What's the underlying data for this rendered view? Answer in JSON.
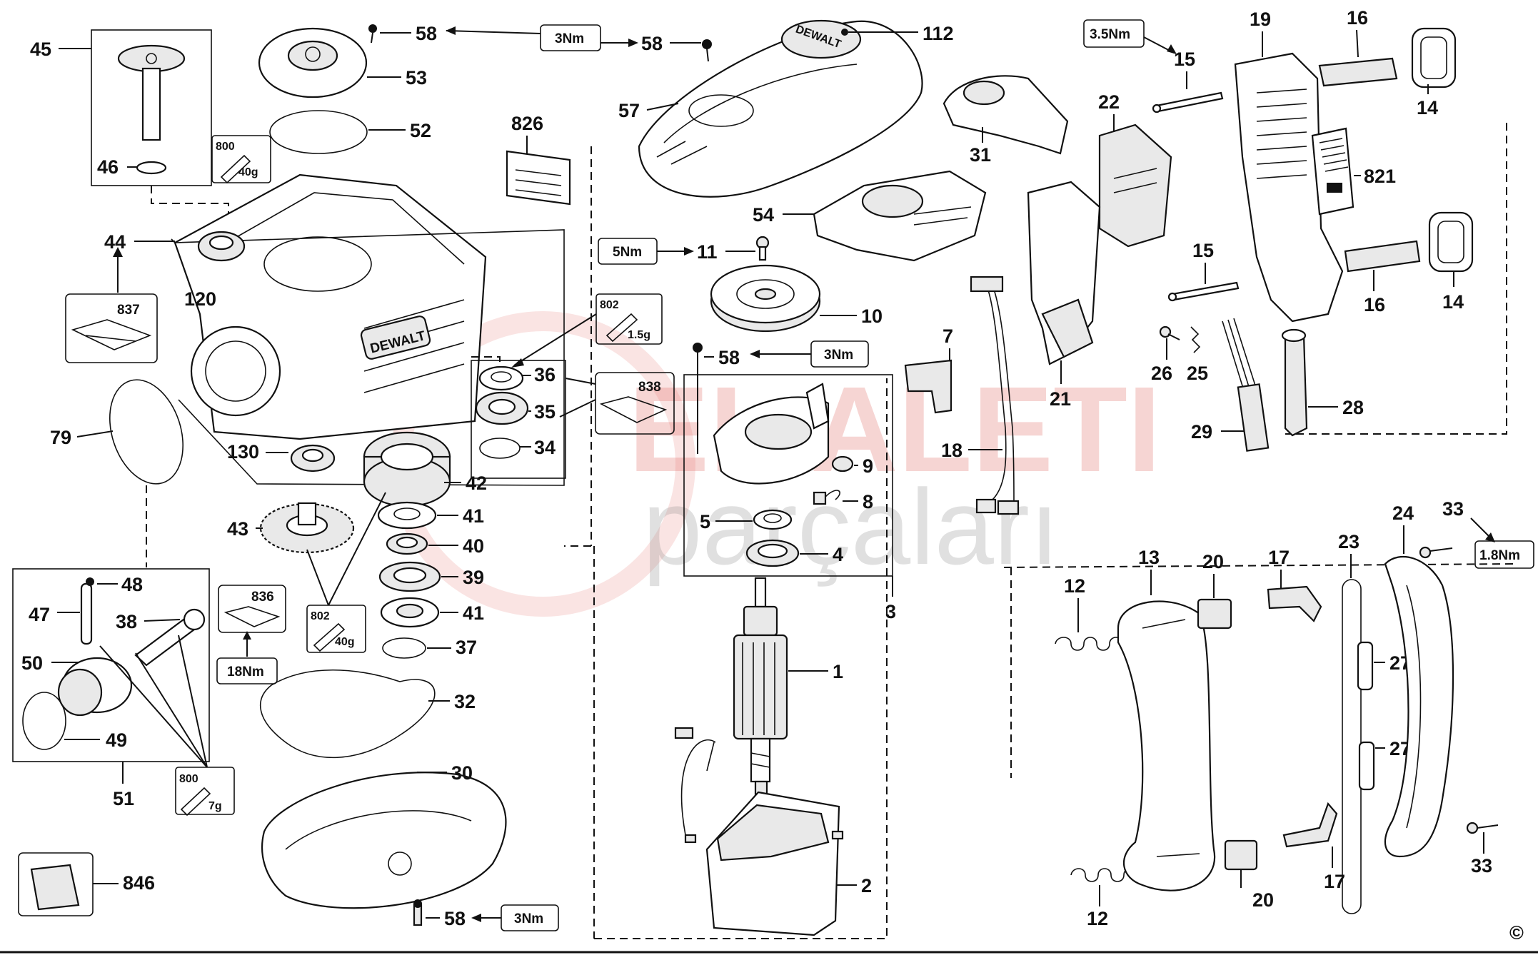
{
  "watermark": {
    "line1": "EL ALETI",
    "line2": "parçaları"
  },
  "copyright_mark": "©",
  "torque": {
    "t3nm_top": "3Nm",
    "t35nm": "3.5Nm",
    "t5nm": "5Nm",
    "t3nm_mid": "3Nm",
    "t18nm": "18Nm",
    "t3nm_bottom": "3Nm",
    "t18nm_handle": "1.8Nm"
  },
  "grease": {
    "g800_top": {
      "code": "800",
      "amount": "40g"
    },
    "g802_top": {
      "code": "802",
      "amount": "1.5g"
    },
    "g802_mid": {
      "code": "802",
      "amount": "40g"
    },
    "g800_bottom": {
      "code": "800",
      "amount": "7g"
    }
  },
  "kits": {
    "k837": "837",
    "k838": "838",
    "k836": "836",
    "k846": "846"
  },
  "brand_text": "DEWALT",
  "labels": {
    "l45": "45",
    "l46": "46",
    "l44": "44",
    "l120": "120",
    "l79": "79",
    "l130": "130",
    "l58a": "58",
    "l58b": "58",
    "l58c": "58",
    "l58d": "58",
    "l53": "53",
    "l52": "52",
    "l826": "826",
    "l36": "36",
    "l35": "35",
    "l34": "34",
    "l42": "42",
    "l41a": "41",
    "l40": "40",
    "l39": "39",
    "l41b": "41",
    "l37": "37",
    "l43": "43",
    "l48": "48",
    "l47": "47",
    "l38": "38",
    "l50": "50",
    "l49": "49",
    "l51": "51",
    "l32": "32",
    "l30": "30",
    "l112": "112",
    "l57": "57",
    "l54": "54",
    "l31": "31",
    "l11": "11",
    "l10": "10",
    "l7": "7",
    "l18": "18",
    "l9": "9",
    "l8": "8",
    "l5": "5",
    "l4": "4",
    "l3": "3",
    "l1": "1",
    "l2": "2",
    "l22": "22",
    "l21": "21",
    "l15a": "15",
    "l15b": "15",
    "l19": "19",
    "l16a": "16",
    "l16b": "16",
    "l14a": "14",
    "l14b": "14",
    "l821": "821",
    "l26": "26",
    "l25": "25",
    "l28": "28",
    "l29": "29",
    "l12a": "12",
    "l12b": "12",
    "l13": "13",
    "l20a": "20",
    "l20b": "20",
    "l17a": "17",
    "l17b": "17",
    "l23": "23",
    "l24": "24",
    "l33a": "33",
    "l33b": "33",
    "l27a": "27",
    "l27b": "27"
  }
}
